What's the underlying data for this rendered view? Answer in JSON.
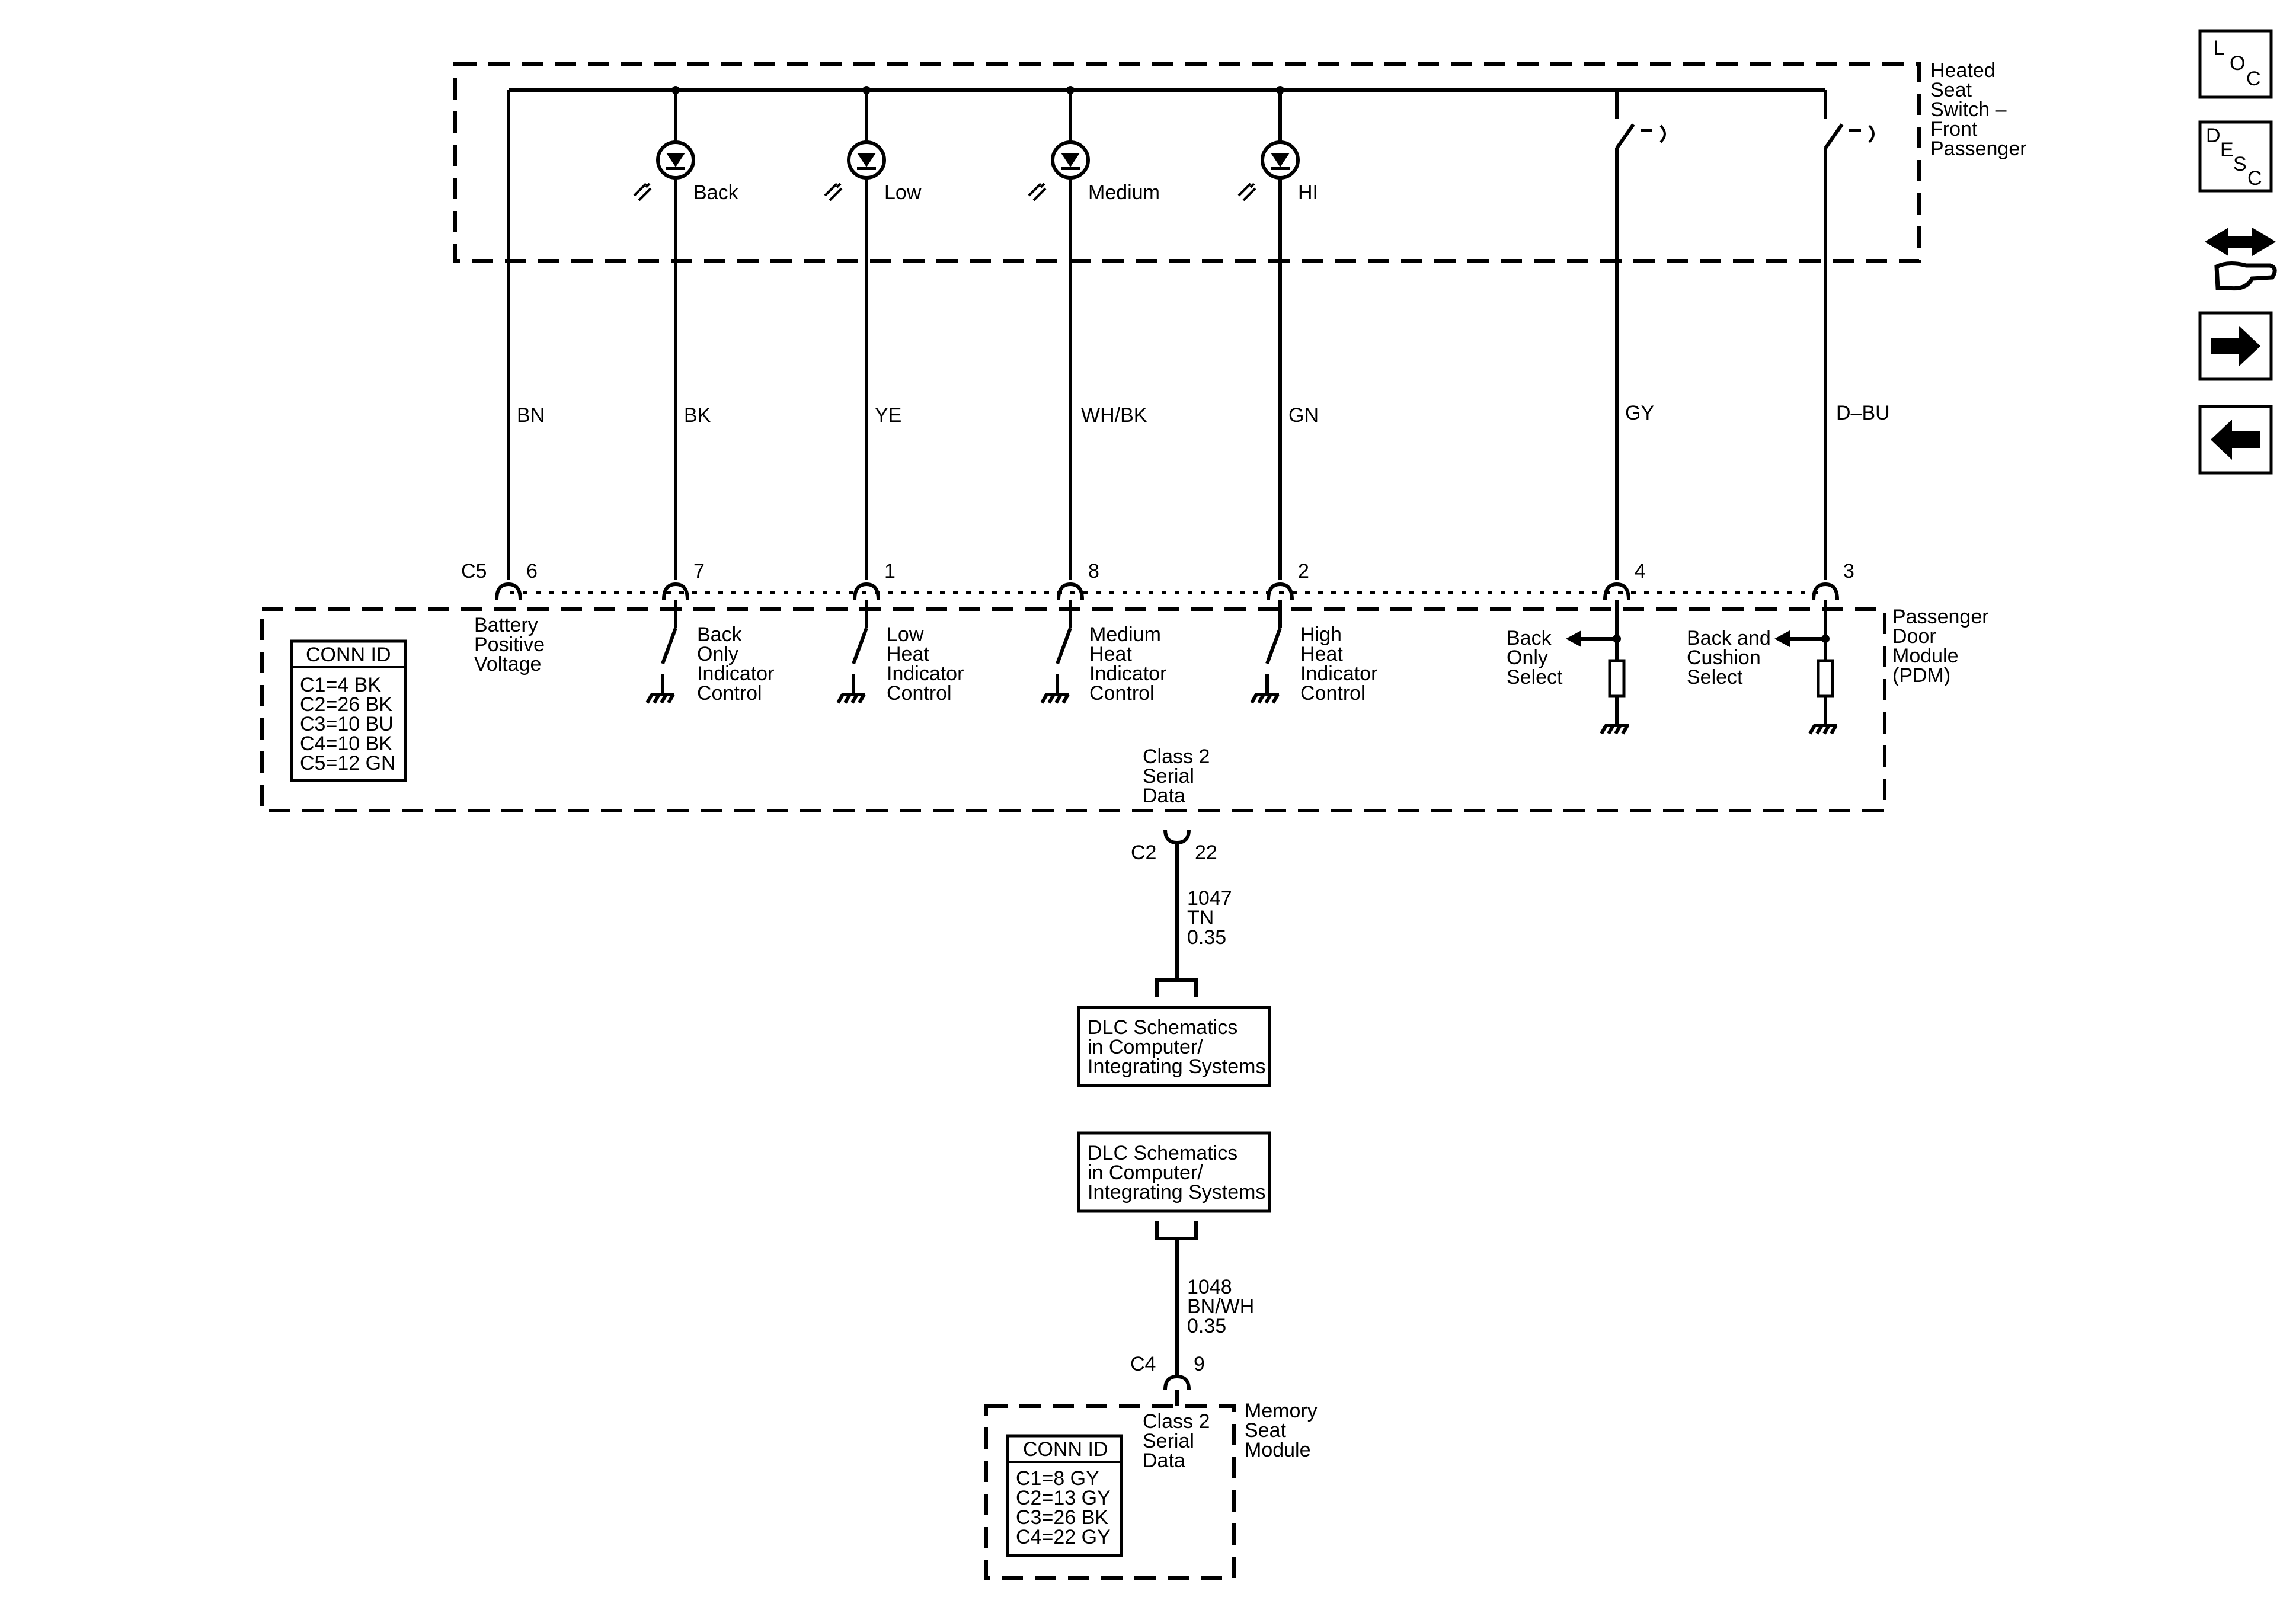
{
  "switch_module": {
    "name_lines": [
      "Heated",
      "Seat",
      "Switch –",
      "Front",
      "Passenger"
    ],
    "indicators": [
      "Back",
      "Low",
      "Medium",
      "HI"
    ]
  },
  "pdm": {
    "name_lines": [
      "Passenger",
      "Door",
      "Module",
      "(PDM)"
    ],
    "connector": "C5",
    "conn_id": {
      "title": "CONN ID",
      "rows": [
        "C1=4 BK",
        "C2=26 BK",
        "C3=10 BU",
        "C4=10 BK",
        "C5=12 GN"
      ]
    },
    "circuits": [
      {
        "wire": "BN",
        "pin": "6",
        "label_lines": [
          "Battery",
          "Positive",
          "Voltage"
        ]
      },
      {
        "wire": "BK",
        "pin": "7",
        "label_lines": [
          "Back",
          "Only",
          "Indicator",
          "Control"
        ]
      },
      {
        "wire": "YE",
        "pin": "1",
        "label_lines": [
          "Low",
          "Heat",
          "Indicator",
          "Control"
        ]
      },
      {
        "wire": "WH/BK",
        "pin": "8",
        "label_lines": [
          "Medium",
          "Heat",
          "Indicator",
          "Control"
        ]
      },
      {
        "wire": "GN",
        "pin": "2",
        "label_lines": [
          "High",
          "Heat",
          "Indicator",
          "Control"
        ]
      },
      {
        "wire": "GY",
        "pin": "4",
        "label_lines": [
          "Back",
          "Only",
          "Select"
        ]
      },
      {
        "wire": "D–BU",
        "pin": "3",
        "label_lines": [
          "Back and",
          "Cushion",
          "Select"
        ]
      }
    ],
    "serial_label_lines": [
      "Class 2",
      "Serial",
      "Data"
    ],
    "serial_connector": "C2",
    "serial_pin": "22"
  },
  "wire_1047": {
    "lines": [
      "1047",
      "TN",
      "0.35"
    ]
  },
  "dlc_ref": {
    "lines": [
      "DLC Schematics",
      "in Computer/",
      "Integrating Systems"
    ]
  },
  "wire_1048": {
    "lines": [
      "1048",
      "BN/WH",
      "0.35"
    ]
  },
  "memory_seat_module": {
    "name_lines": [
      "Memory",
      "Seat",
      "Module"
    ],
    "connector": "C4",
    "pin": "9",
    "serial_label_lines": [
      "Class 2",
      "Serial",
      "Data"
    ],
    "conn_id": {
      "title": "CONN ID",
      "rows": [
        "C1=8 GY",
        "C2=13 GY",
        "C3=26 BK",
        "C4=22 GY"
      ]
    }
  },
  "nav_buttons": [
    {
      "name": "loc-button",
      "icon": "loc-icon",
      "letters": [
        "L",
        "O",
        "C"
      ]
    },
    {
      "name": "desc-button",
      "icon": "desc-icon",
      "letters": [
        "D",
        "E",
        "S",
        "C"
      ]
    },
    {
      "name": "connector-view-button",
      "icon": "connector-hand-icon"
    },
    {
      "name": "next-page-button",
      "icon": "arrow-right-icon"
    },
    {
      "name": "previous-page-button",
      "icon": "arrow-left-icon"
    }
  ]
}
